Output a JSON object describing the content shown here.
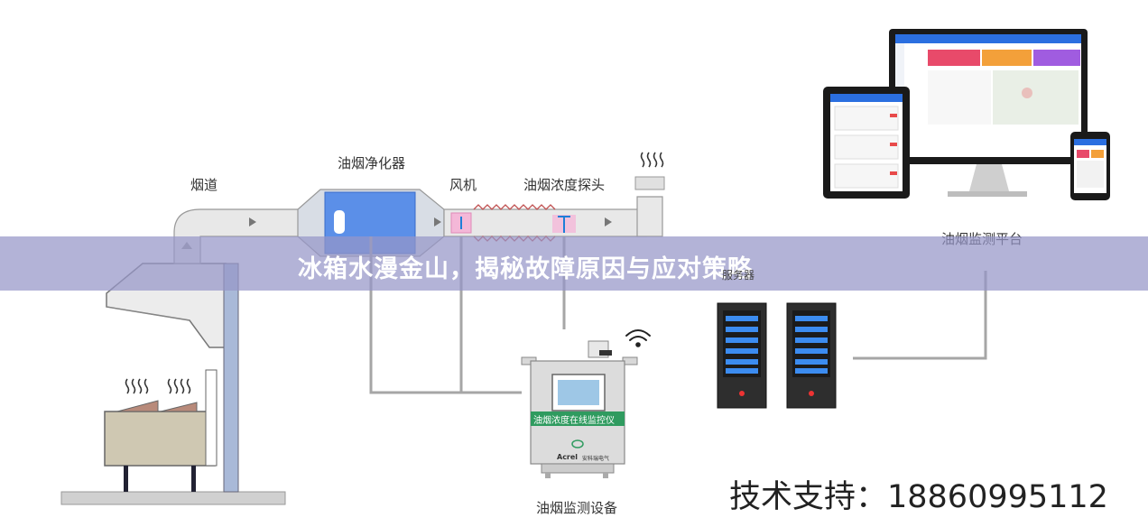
{
  "banner": {
    "title": "冰箱水漫金山，揭秘故障原因与应对策略"
  },
  "labels": {
    "duct": "烟道",
    "purifier": "油烟净化器",
    "fan": "风机",
    "probe": "油烟浓度探头",
    "platform": "油烟监测平台",
    "device": "油烟监测设备",
    "monitor_screen": "油烟浓度在线监控仪",
    "brand": "Acrel",
    "brand_sub": "安科瑞电气",
    "server_label": "服务器"
  },
  "support": {
    "text": "技术支持：18860995112"
  },
  "colors": {
    "banner": "#9696c8",
    "duct": "#e8e8e8",
    "purifier_window": "#5b8fe8",
    "monitor_green": "#2f9b5f"
  },
  "icons": [
    "steam-icon",
    "wifi-icon",
    "arrow-right-icon",
    "arrow-up-icon"
  ]
}
